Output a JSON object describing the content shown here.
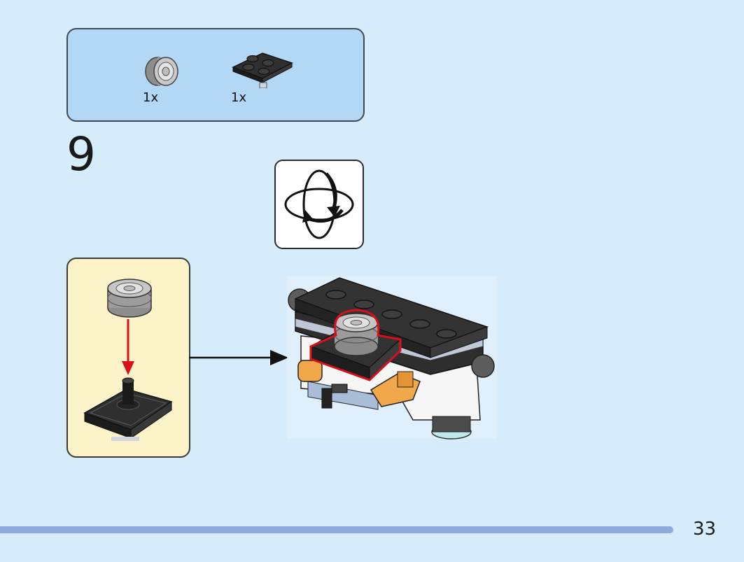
{
  "parts_list": {
    "items": [
      {
        "icon": "gray-wheel-icon",
        "qty": "1x"
      },
      {
        "icon": "black-plate-2x2-icon",
        "qty": "1x"
      }
    ]
  },
  "step": {
    "number": "9"
  },
  "rotate_hint": {
    "icon": "rotate-model-icon"
  },
  "page": {
    "number": "33"
  },
  "colors": {
    "background": "#d7ecfb",
    "parts_box": "#b3d8f6",
    "sub_assembly_box": "#fdf3c9",
    "highlight": "#d8101c",
    "footer_bar": "#8fabdd"
  }
}
